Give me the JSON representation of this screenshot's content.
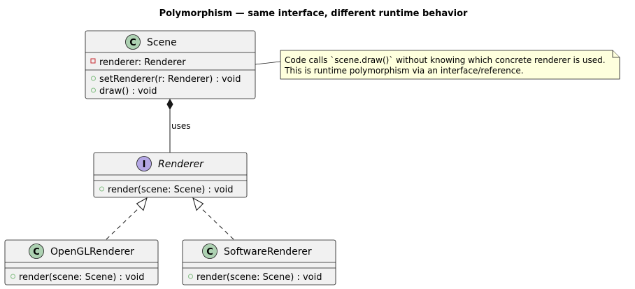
{
  "title": "Polymorphism — same interface, different runtime behavior",
  "colors": {
    "class_fill": "#F1F1F1",
    "class_border": "#181818",
    "class_badge": "#ADD1B2",
    "interface_badge": "#B4A7E5",
    "note_fill": "#FEFFDD",
    "note_border": "#181818",
    "private_marker": "#C82930",
    "public_marker": "#84BE84"
  },
  "classes": {
    "scene": {
      "kind": "class",
      "badge_letter": "C",
      "name": "Scene",
      "fields": [
        {
          "visibility": "private",
          "text": "renderer: Renderer"
        }
      ],
      "methods": [
        {
          "visibility": "public",
          "text": "setRenderer(r: Renderer) : void"
        },
        {
          "visibility": "public",
          "text": "draw() : void"
        }
      ]
    },
    "renderer": {
      "kind": "interface",
      "badge_letter": "I",
      "name": "Renderer",
      "methods": [
        {
          "visibility": "public",
          "text": "render(scene: Scene) : void"
        }
      ]
    },
    "opengl": {
      "kind": "class",
      "badge_letter": "C",
      "name": "OpenGLRenderer",
      "methods": [
        {
          "visibility": "public",
          "text": "render(scene: Scene) : void"
        }
      ]
    },
    "software": {
      "kind": "class",
      "badge_letter": "C",
      "name": "SoftwareRenderer",
      "methods": [
        {
          "visibility": "public",
          "text": "render(scene: Scene) : void"
        }
      ]
    }
  },
  "note": {
    "lines": [
      "Code calls `scene.draw()` without knowing which concrete renderer is used.",
      "This is runtime polymorphism via an interface/reference."
    ]
  },
  "relations": [
    {
      "from": "Scene",
      "to": "Renderer",
      "type": "composition",
      "label": "uses"
    },
    {
      "from": "OpenGLRenderer",
      "to": "Renderer",
      "type": "realization",
      "label": ""
    },
    {
      "from": "SoftwareRenderer",
      "to": "Renderer",
      "type": "realization",
      "label": ""
    }
  ]
}
